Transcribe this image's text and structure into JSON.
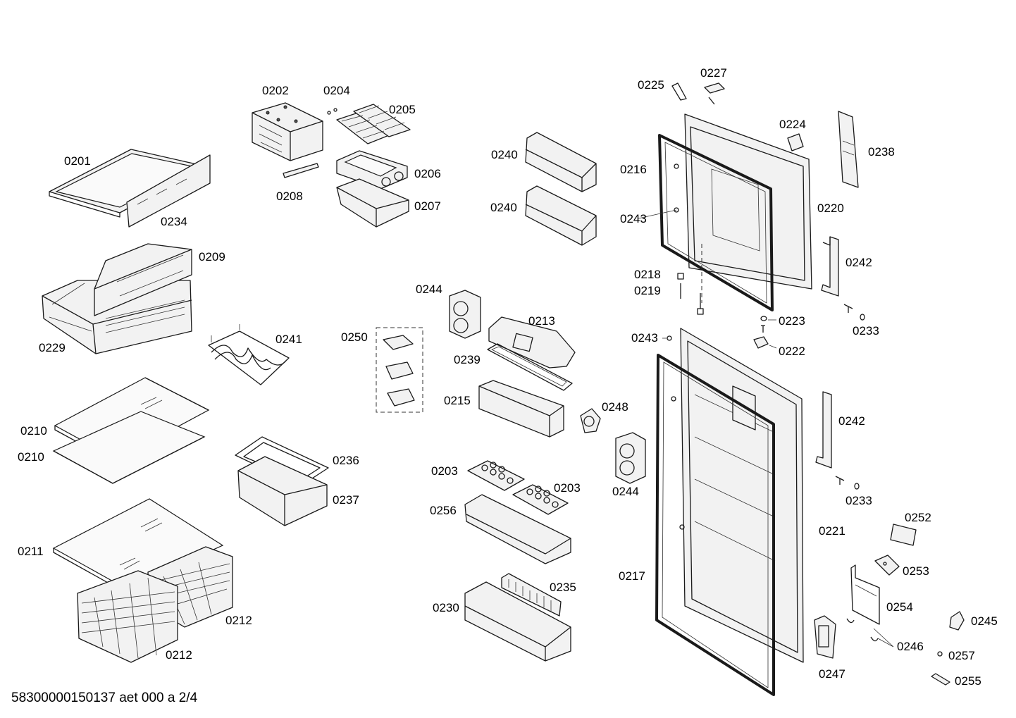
{
  "diagram": {
    "footer_code": "58300000150137 aet 000 a 2/4",
    "labels": {
      "l0201": "0201",
      "l0202": "0202",
      "l0203a": "0203",
      "l0203b": "0203",
      "l0204": "0204",
      "l0205": "0205",
      "l0206": "0206",
      "l0207": "0207",
      "l0208": "0208",
      "l0209": "0209",
      "l0210a": "0210",
      "l0210b": "0210",
      "l0211": "0211",
      "l0212a": "0212",
      "l0212b": "0212",
      "l0213": "0213",
      "l0215": "0215",
      "l0216": "0216",
      "l0217": "0217",
      "l0218": "0218",
      "l0219": "0219",
      "l0220": "0220",
      "l0221": "0221",
      "l0222": "0222",
      "l0223": "0223",
      "l0224": "0224",
      "l0225": "0225",
      "l0227": "0227",
      "l0229": "0229",
      "l0230": "0230",
      "l0233a": "0233",
      "l0233b": "0233",
      "l0234": "0234",
      "l0235": "0235",
      "l0236": "0236",
      "l0237": "0237",
      "l0238": "0238",
      "l0239": "0239",
      "l0240a": "0240",
      "l0240b": "0240",
      "l0241": "0241",
      "l0242a": "0242",
      "l0242b": "0242",
      "l0243a": "0243",
      "l0243b": "0243",
      "l0244a": "0244",
      "l0244b": "0244",
      "l0245": "0245",
      "l0246": "0246",
      "l0247": "0247",
      "l0248": "0248",
      "l0250": "0250",
      "l0252": "0252",
      "l0253": "0253",
      "l0254": "0254",
      "l0255": "0255",
      "l0256": "0256",
      "l0257": "0257"
    }
  }
}
